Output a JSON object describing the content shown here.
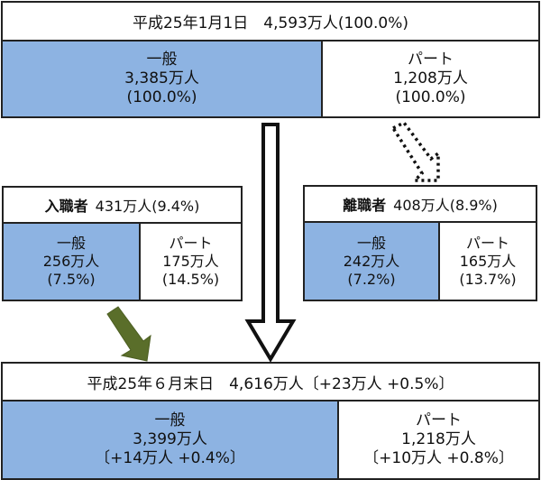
{
  "colors": {
    "general_fill": "#8db3e2",
    "border": "#222222",
    "hire_arrow": "#5a6e2a"
  },
  "start": {
    "header": "平成25年1月1日　4,593万人(100.0%)",
    "general": {
      "label": "一般",
      "count": "3,385万人",
      "pct": "(100.0%)"
    },
    "part": {
      "label": "パート",
      "count": "1,208万人",
      "pct": "(100.0%)"
    }
  },
  "hires": {
    "title": "入職者",
    "summary": "431万人(9.4%)",
    "general": {
      "label": "一般",
      "count": "256万人",
      "pct": "(7.5%)"
    },
    "part": {
      "label": "パート",
      "count": "175万人",
      "pct": "(14.5%)"
    }
  },
  "separations": {
    "title": "離職者",
    "summary": "408万人(8.9%)",
    "general": {
      "label": "一般",
      "count": "242万人",
      "pct": "(7.2%)"
    },
    "part": {
      "label": "パート",
      "count": "165万人",
      "pct": "(13.7%)"
    }
  },
  "end": {
    "header": "平成25年６月末日　4,616万人〔+23万人 +0.5%〕",
    "general": {
      "label": "一般",
      "count": "3,399万人",
      "change": "〔+14万人 +0.4%〕"
    },
    "part": {
      "label": "パート",
      "count": "1,218万人",
      "change": "〔+10万人 +0.8%〕"
    }
  },
  "arrows": {
    "main": "hollow-down-arrow",
    "separation": "dotted-diagonal-arrow",
    "hire": "green-diagonal-arrow"
  }
}
